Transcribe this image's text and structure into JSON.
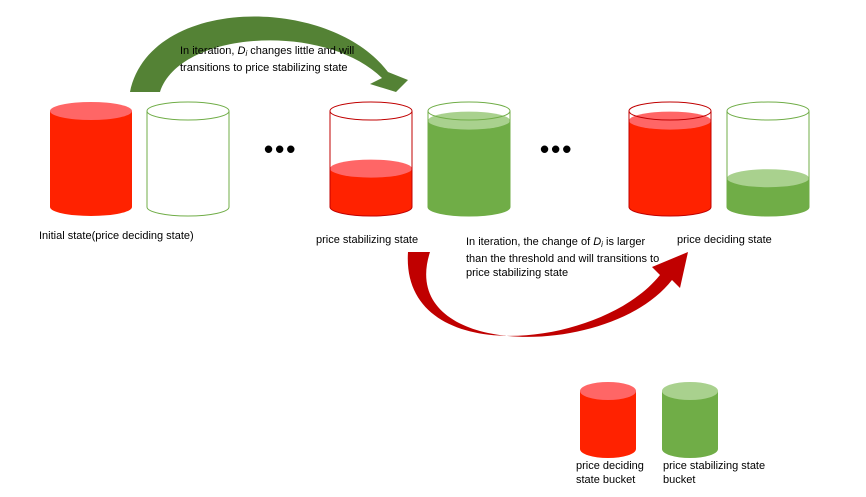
{
  "colors": {
    "red": "#ff2200",
    "red_light": "#ff6666",
    "green": "#70ad47",
    "green_light": "#a9d18e",
    "red_outline": "#c00000",
    "green_outline": "#70ad47",
    "arrow_green": "#548235",
    "arrow_red": "#c00000"
  },
  "labels": {
    "initial_state": "Initial state(price deciding state)",
    "price_stabilizing_state": "price stabilizing state",
    "price_deciding_state": "price deciding state"
  },
  "annotations": {
    "top": {
      "pre": "In iteration, ",
      "var": "D",
      "sub": "i",
      "post": " changes little and will transitions to price stabilizing state"
    },
    "bottom": {
      "pre": "In iteration, the change of ",
      "var": "D",
      "sub": "i",
      "post": " is larger than the threshold and will transitions to price stabilizing state"
    }
  },
  "ellipsis": "•••",
  "buckets": {
    "pair1": {
      "red_fill": 1.0,
      "green_fill": 0.0
    },
    "pair2": {
      "red_fill": 0.4,
      "green_fill": 0.9
    },
    "pair3": {
      "red_fill": 0.9,
      "green_fill": 0.3
    }
  },
  "legend": {
    "red_label": "price deciding state bucket",
    "green_label": "price stabilizing state bucket"
  }
}
